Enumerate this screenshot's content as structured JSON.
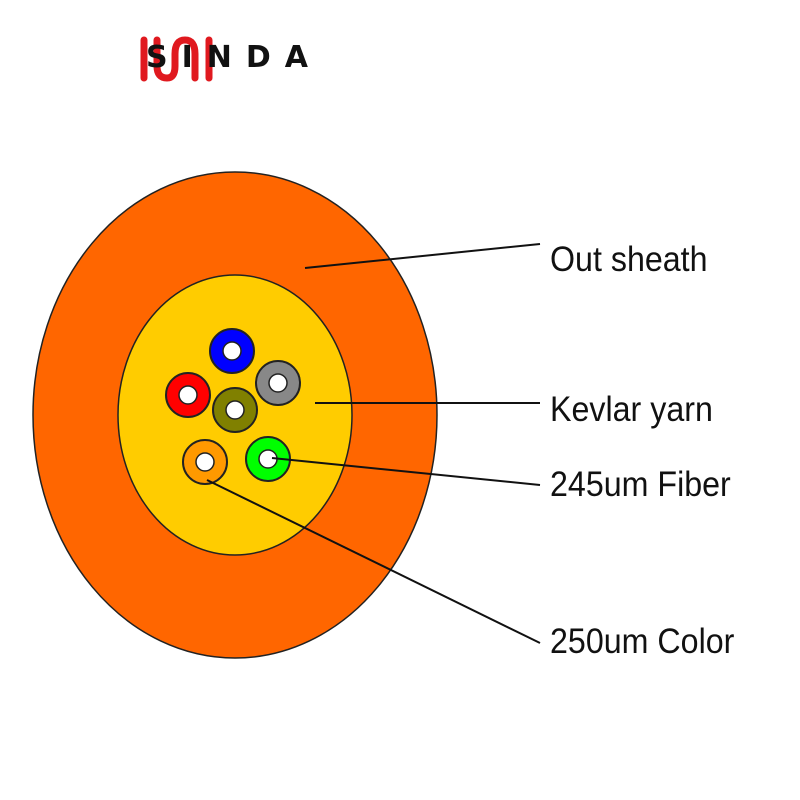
{
  "logo": {
    "brand": "SINDA",
    "color": "#e0191f"
  },
  "labels": {
    "out_sheath": "Out sheath",
    "kevlar_yarn": "Kevlar yarn",
    "fiber": "245um Fiber",
    "color": "250um Color"
  },
  "colors": {
    "sheath": "#ff6600",
    "kevlar": "#ffcc00",
    "fibers": [
      "#0000ff",
      "#888888",
      "#ff0000",
      "#808000",
      "#ff9900",
      "#00ff00"
    ]
  }
}
